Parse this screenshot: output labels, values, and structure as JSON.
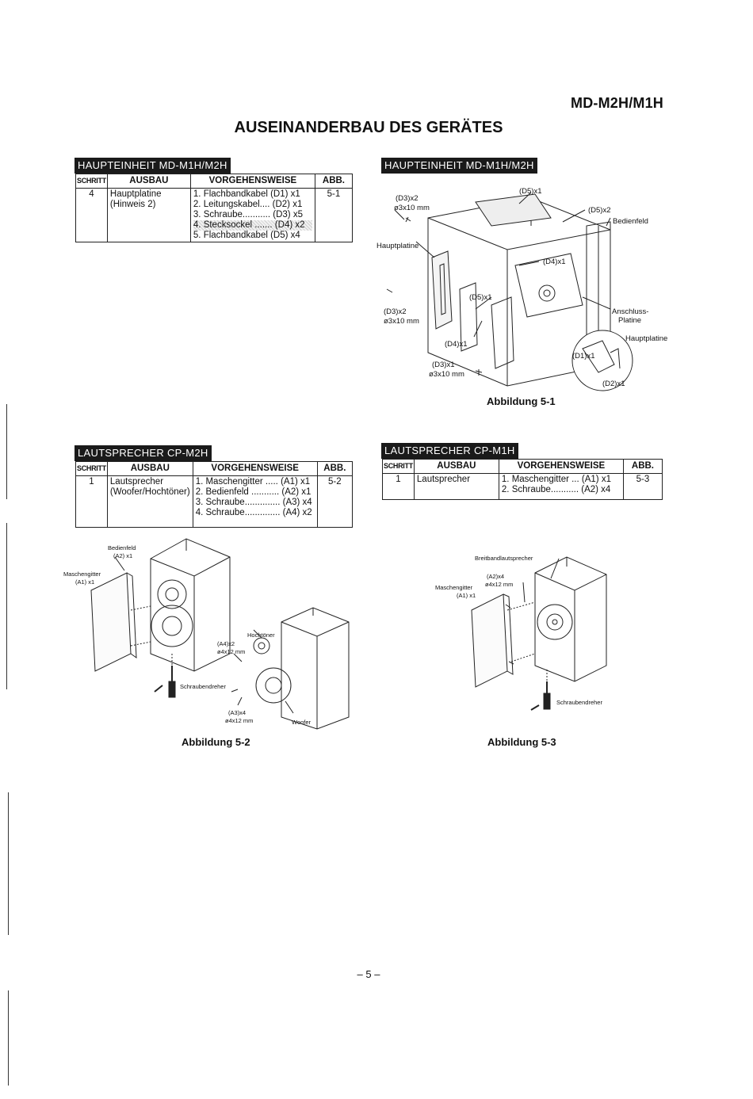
{
  "header": {
    "model": "MD-M2H/M1H",
    "title": "AUSEINANDERBAU DES GERÄTES"
  },
  "sections": [
    {
      "title": "HAUPTEINHEIT MD-M1H/M2H",
      "columns": [
        "SCHRITT",
        "AUSBAU",
        "VORGEHENSWEISE",
        "ABB."
      ],
      "rows": [
        {
          "step": "4",
          "ausbau": [
            "Hauptplatine",
            "(Hinweis 2)"
          ],
          "procedure": [
            "1. Flachbandkabel (D1) x1",
            "2. Leitungskabel.... (D2) x1",
            "3. Schraube........... (D3) x5",
            "4. Stecksockel ....... (D4) x2",
            "5. Flachbandkabel  (D5) x4"
          ],
          "abb": "5-1"
        }
      ]
    },
    {
      "title": "LAUTSPRECHER CP-M2H",
      "columns": [
        "SCHRITT",
        "AUSBAU",
        "VORGEHENSWEISE",
        "ABB."
      ],
      "rows": [
        {
          "step": "1",
          "ausbau": [
            "Lautsprecher",
            "(Woofer/Hochtöner)"
          ],
          "procedure": [
            "1. Maschengitter ..... (A1) x1",
            "2. Bedienfeld ........... (A2) x1",
            "3. Schraube.............. (A3) x4",
            "4. Schraube.............. (A4) x2"
          ],
          "abb": "5-2"
        }
      ]
    },
    {
      "title": "LAUTSPRECHER CP-M1H",
      "columns": [
        "SCHRITT",
        "AUSBAU",
        "VORGEHENSWEISE",
        "ABB."
      ],
      "rows": [
        {
          "step": "1",
          "ausbau": [
            "Lautsprecher"
          ],
          "procedure": [
            "1. Maschengitter ... (A1) x1",
            "2. Schraube........... (A2) x4"
          ],
          "abb": "5-3"
        }
      ]
    }
  ],
  "figures": {
    "fig1": {
      "header": "HAUPTEINHEIT MD-M1H/M2H",
      "caption": "Abbildung 5-1",
      "callouts": {
        "d5_top": "(D5)x1",
        "d3_top": "(D3)x2",
        "d3_top_size": "ø3x10 mm",
        "d5_right": "(D5)x2",
        "bedienfeld": "Bedienfeld",
        "hauptplatine_left": "Hauptplatine",
        "d4_mid": "(D4)x1",
        "d5_mid": "(D5)x1",
        "d3_left": "(D3)x2",
        "d3_left_size": "ø3x10 mm",
        "anschluss": "Anschluss-",
        "platine": "Platine",
        "hauptplatine_right": "Hauptplatine",
        "d4_low": "(D4)x1",
        "d1": "(D1)x1",
        "d3_bottom": "(D3)x1",
        "d3_bottom_size": "ø3x10 mm",
        "d2": "(D2)x1"
      }
    },
    "fig2": {
      "caption": "Abbildung 5-2",
      "callouts": {
        "bedienfeld": "Bedienfeld",
        "a2": "(A2) x1",
        "maschengitter": "Maschengitter",
        "a1": "(A1) x1",
        "hochtoener": "Hochtöner",
        "a4": "(A4)x2",
        "a4_size": "ø4x12 mm",
        "schraubendreher": "Schraubendreher",
        "a3": "(A3)x4",
        "a3_size": "ø4x12 mm",
        "woofer": "Woofer"
      }
    },
    "fig3": {
      "caption": "Abbildung 5-3",
      "callouts": {
        "breitband": "Breitbandlautsprecher",
        "a2": "(A2)x4",
        "a2_size": "ø4x12 mm",
        "maschengitter": "Maschengitter",
        "a1": "(A1) x1",
        "schraubendreher": "Schraubendreher"
      }
    }
  },
  "footer": {
    "page": "– 5 –"
  }
}
